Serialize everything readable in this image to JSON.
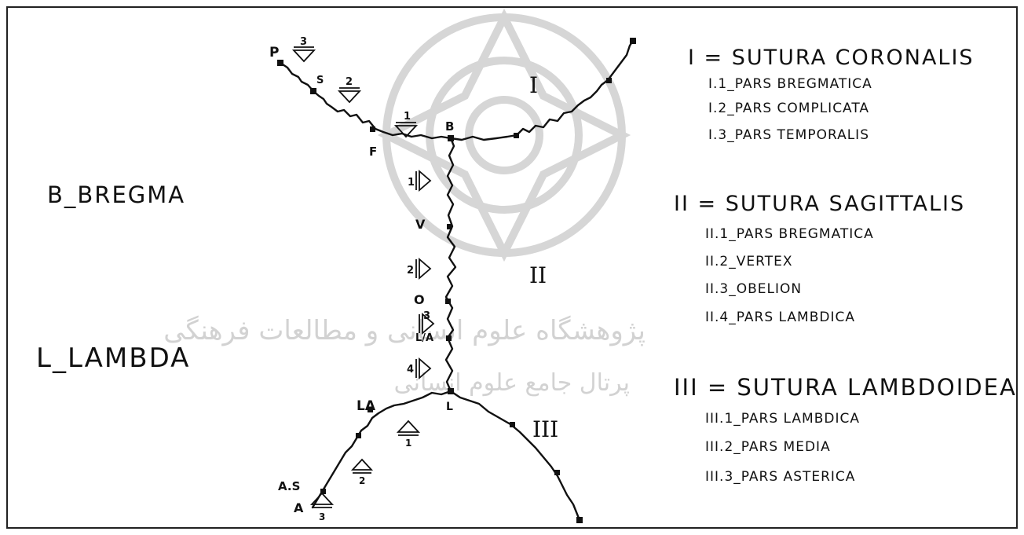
{
  "legend_left": {
    "bregma": "B_BREGMA",
    "lambda": "L_LAMBDA"
  },
  "sutures": [
    {
      "title": "I = SUTURA CORONALIS",
      "parts": [
        "I.1_PARS BREGMATICA",
        "I.2_PARS COMPLICATA",
        "I.3_PARS TEMPORALIS"
      ]
    },
    {
      "title": "II = SUTURA SAGITTALIS",
      "parts": [
        "II.1_PARS BREGMATICA",
        "II.2_VERTEX",
        "II.3_OBELION",
        "II.4_PARS LAMBDICA"
      ]
    },
    {
      "title": "III = SUTURA LAMBDOIDEA",
      "parts": [
        "III.1_PARS LAMBDICA",
        "III.2_PARS MEDIA",
        "III.3_PARS ASTERICA"
      ]
    }
  ],
  "diagram_labels": {
    "region_1": "I",
    "region_2": "II",
    "region_3": "III",
    "point_p": "P",
    "point_s": "S",
    "point_f": "F",
    "point_b": "B",
    "point_v": "V",
    "point_o": "O",
    "point_la_upper": "L/A",
    "point_l": "L",
    "point_la": "LA",
    "point_as": "A.S",
    "point_a": "A",
    "marker_cor_1": "1",
    "marker_cor_2": "2",
    "marker_cor_3": "3",
    "marker_sag_1": "1",
    "marker_sag_2": "2",
    "marker_sag_3": "3",
    "marker_sag_4": "4",
    "marker_lam_1": "1",
    "marker_lam_2": "2",
    "marker_lam_3": "3"
  },
  "watermark": {
    "line1": "پژوهشگاه علوم انسانی و مطالعات فرهنگی",
    "line2": "پرتال جامع علوم انسانی"
  },
  "colors": {
    "ink": "#111111",
    "watermark": "#d6d6d6"
  }
}
